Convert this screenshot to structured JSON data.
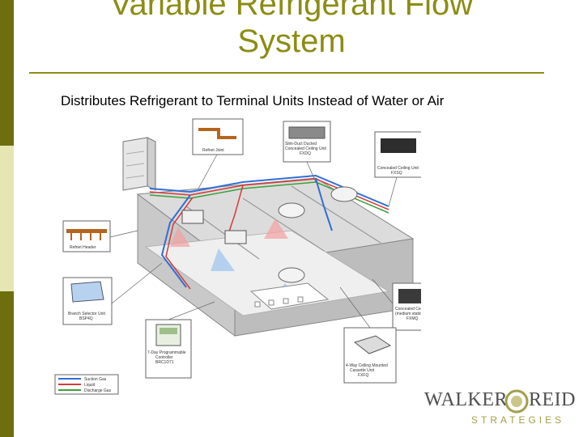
{
  "slide": {
    "title_line1": "Variable Refrigerant Flow",
    "title_line2": "System",
    "subtitle": "Distributes Refrigerant to Terminal Units Instead of Water or Air"
  },
  "colors": {
    "accent": "#8c8c14",
    "sidebar_dark": "#6e6e0f",
    "sidebar_light": "#e6e6b4",
    "suction_gas": "#2f6fd6",
    "liquid": "#d63a3a",
    "discharge_gas": "#3aa13a"
  },
  "diagram": {
    "callouts": {
      "refnet_joint": "Refnet Joint",
      "slim_ducted": "Slim-Duct Ducted Concealed Ceiling Unit FXDQ",
      "concealed_fxsq": "Concealed Ceiling Unit FXSQ",
      "refnet_header": "Refnet Header",
      "branch_selector": "Branch Selector Unit BSP4Q",
      "concealed_fxmq": "Concealed Ceiling Unit FXMQ",
      "controller": "7-Day Programmable Controller BRC1D71",
      "cassette": "4-Way Ceiling Mounted Cassette Unit FXFQ"
    },
    "legend": [
      "Suction Gas",
      "Liquid",
      "Discharge Gas"
    ]
  },
  "logo": {
    "walker": "WALKER",
    "reid": "REID",
    "strategies": "STRATEGIES"
  }
}
